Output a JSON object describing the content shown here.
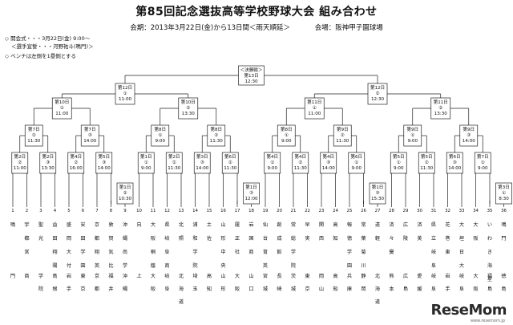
{
  "header": {
    "title": "第85回記念選抜高等学校野球大会 組み合わせ",
    "period": "会期：2013年3月22日(金)から13日間＜雨天順延＞",
    "venue": "会場：阪神甲子園球場"
  },
  "notes": [
    "◇ 開会式・・・3月22日(金) 9:00～",
    "＜選手宣誓・・・河野祐斗(鳴門)＞",
    "◇ ベンチは左側を1塁側とする"
  ],
  "final": {
    "label": "＜決勝戦＞",
    "day": "第13日",
    "time": "12:30"
  },
  "rounds": {
    "semis": [
      {
        "day": "第12日",
        "game": "①",
        "time": "11:00"
      },
      {
        "day": "第12日",
        "game": "②",
        "time": "12:30"
      }
    ],
    "quarters": [
      {
        "day": "第10日",
        "game": "①",
        "time": "11:00"
      },
      {
        "day": "第10日",
        "game": "②",
        "time": "13:30"
      },
      {
        "day": "第11日",
        "game": "①",
        "time": "11:00"
      },
      {
        "day": "第11日",
        "game": "②",
        "time": "13:30"
      }
    ],
    "r3": [
      {
        "day": "第7日",
        "game": "②",
        "time": "11:30"
      },
      {
        "day": "第7日",
        "game": "③",
        "time": "14:00"
      },
      {
        "day": "第8日",
        "game": "①",
        "time": "9:00"
      },
      {
        "day": "第8日",
        "game": "②",
        "time": "11:30"
      },
      {
        "day": "第8日",
        "game": "①",
        "time": "9:00"
      },
      {
        "day": "第9日",
        "game": "②",
        "time": "11:30"
      },
      {
        "day": "第9日",
        "game": "①",
        "time": "9:00"
      },
      {
        "day": "第9日",
        "game": "③",
        "time": "14:00"
      }
    ],
    "r2": [
      {
        "day": "第2日",
        "game": "②",
        "time": "11:00"
      },
      {
        "day": "第2日",
        "game": "③",
        "time": "13:30"
      },
      {
        "day": "第4日",
        "game": "②",
        "time": "16:00"
      },
      {
        "day": "第5日",
        "game": "③",
        "time": "14:00"
      },
      {
        "day": "第1日",
        "game": "①",
        "time": "9:00"
      },
      {
        "day": "第2日",
        "game": "②",
        "time": "11:30"
      },
      {
        "day": "第3日",
        "game": "③",
        "time": "14:00"
      },
      {
        "day": "第6日",
        "game": "②",
        "time": "11:30"
      },
      {
        "day": "第4日",
        "game": "①",
        "time": "9:00"
      },
      {
        "day": "第4日",
        "game": "②",
        "time": "11:30"
      },
      {
        "day": "第4日",
        "game": "③",
        "time": "14:00"
      },
      {
        "day": "第6日",
        "game": "①",
        "time": "9:00"
      },
      {
        "day": "第5日",
        "game": "①",
        "time": "9:00"
      },
      {
        "day": "第5日",
        "game": "②",
        "time": "11:30"
      },
      {
        "day": "第6日",
        "game": "③",
        "time": "14:00"
      },
      {
        "day": "第7日",
        "game": "①",
        "time": "9:00"
      }
    ],
    "r1": [
      {
        "day": "第1日",
        "game": "②",
        "time": "10:30"
      },
      {
        "day": "第1日",
        "game": "③",
        "time": "12:00"
      },
      {
        "day": "第1日",
        "game": "③",
        "time": "15:30"
      },
      {
        "day": "第3日",
        "game": "①",
        "time": "8:30"
      }
    ]
  },
  "teams": [
    {
      "n": "1",
      "top": "鳴",
      "bottom": "門"
    },
    {
      "n": "2",
      "top": "宇都宮",
      "bottom": "商"
    },
    {
      "n": "3",
      "top": "聖光",
      "bottom": "学院"
    },
    {
      "n": "4",
      "top": "益田翔陽",
      "bottom": "島根"
    },
    {
      "n": "5",
      "top": "盛岡大付",
      "bottom": "岩手"
    },
    {
      "n": "6",
      "top": "安田学園",
      "bottom": "東京"
    },
    {
      "n": "7",
      "top": "京都翔英",
      "bottom": "京都"
    },
    {
      "n": "8",
      "top": "敦賀気比",
      "bottom": "福井"
    },
    {
      "n": "9",
      "top": "沖縄尚学",
      "bottom": "沖縄"
    },
    {
      "n": "10",
      "top": "向",
      "bottom": "上"
    },
    {
      "n": "11",
      "top": "大阪桐蔭",
      "bottom": "大阪"
    },
    {
      "n": "12",
      "top": "県岐阜商",
      "bottom": "岐阜"
    },
    {
      "n": "13",
      "top": "北照",
      "bottom": "北海道"
    },
    {
      "n": "14",
      "top": "浦和学院",
      "bottom": "埼玉"
    },
    {
      "n": "15",
      "top": "土佐",
      "bottom": "高知"
    },
    {
      "n": "16",
      "top": "山形中央",
      "bottom": "山形"
    },
    {
      "n": "17",
      "top": "履正社",
      "bottom": "大阪"
    },
    {
      "n": "18",
      "top": "岩国商",
      "bottom": "山口"
    },
    {
      "n": "19",
      "top": "仙台育英",
      "bottom": "宮城"
    },
    {
      "n": "20",
      "top": "創成館",
      "bottom": "長崎"
    },
    {
      "n": "21",
      "top": "常総学院",
      "bottom": "茨城"
    },
    {
      "n": "22",
      "top": "早実",
      "bottom": "東京"
    },
    {
      "n": "23",
      "top": "関西",
      "bottom": "岡山"
    },
    {
      "n": "24",
      "top": "高知",
      "bottom": "高知"
    },
    {
      "n": "25",
      "top": "報徳学園",
      "bottom": "兵庫"
    },
    {
      "n": "26",
      "top": "常葉菊川",
      "bottom": "静岡"
    },
    {
      "n": "27",
      "top": "遠軽",
      "bottom": "北海道"
    },
    {
      "n": "28",
      "top": "済々黌",
      "bottom": "熊本"
    },
    {
      "n": "29",
      "top": "広陵",
      "bottom": "広島"
    },
    {
      "n": "30",
      "top": "済美",
      "bottom": "愛媛"
    },
    {
      "n": "31",
      "top": "県立岐阜",
      "bottom": "岐阜"
    },
    {
      "n": "32",
      "top": "花巻東",
      "bottom": "岩手"
    },
    {
      "n": "33",
      "top": "大垣日大",
      "bottom": "岐阜"
    },
    {
      "n": "34",
      "top": "大阪",
      "bottom": "大阪"
    },
    {
      "n": "35",
      "top": "いわき海星",
      "bottom": "福島"
    },
    {
      "n": "36",
      "top": "鳴門",
      "bottom": "徳島"
    }
  ],
  "logo": {
    "text": "ReseMom",
    "sub": "www.resemom.jp"
  }
}
